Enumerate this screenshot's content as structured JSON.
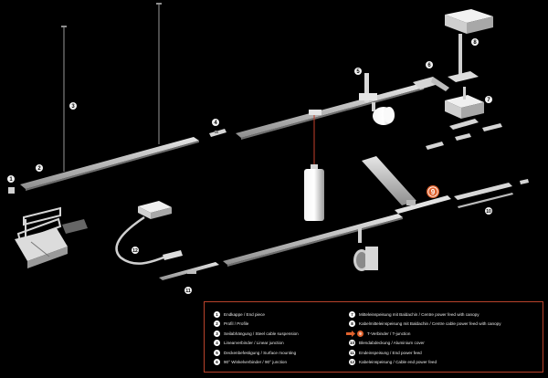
{
  "markers": [
    {
      "id": "m1",
      "label": "1"
    },
    {
      "id": "m2",
      "label": "2"
    },
    {
      "id": "m3",
      "label": "3"
    },
    {
      "id": "m4",
      "label": "4"
    },
    {
      "id": "m5",
      "label": "5"
    },
    {
      "id": "m6",
      "label": "6"
    },
    {
      "id": "m7",
      "label": "7"
    },
    {
      "id": "m8",
      "label": "8"
    },
    {
      "id": "m9",
      "label": "9"
    },
    {
      "id": "m10",
      "label": "10"
    },
    {
      "id": "m11",
      "label": "11"
    },
    {
      "id": "m12",
      "label": "12"
    }
  ],
  "legend": {
    "left": [
      {
        "num": "1",
        "text": "Endkappe / End piece"
      },
      {
        "num": "2",
        "text": "Profil / Profile"
      },
      {
        "num": "3",
        "text": "Seilabhängung / Steel cable suspension"
      },
      {
        "num": "4",
        "text": "Linearverbinder / Linear junction"
      },
      {
        "num": "5",
        "text": "Deckenbefestigung / Surface mounting"
      },
      {
        "num": "6",
        "text": "90° Winkelverbinder / 90° junction"
      }
    ],
    "right": [
      {
        "num": "7",
        "text": "Mitteleinspeisung mit Baldachin / Centre power feed with canopy"
      },
      {
        "num": "8",
        "text": "Kabelmitteleinspeisung mit Baldachin / Centre cable power feed with canopy"
      },
      {
        "num": "9",
        "text": "T-Verbinder / T-junction",
        "highlight": true
      },
      {
        "num": "10",
        "text": "Blendabdeckung / Aluminium cover"
      },
      {
        "num": "11",
        "text": "Endeinspeisung / End power feed"
      },
      {
        "num": "12",
        "text": "Kabeleinspeisung / Cable end power feed"
      }
    ]
  },
  "colors": {
    "background": "#000000",
    "track": "#c9c9c9",
    "accent": "#e0622d",
    "legend_border": "#b9432b"
  }
}
